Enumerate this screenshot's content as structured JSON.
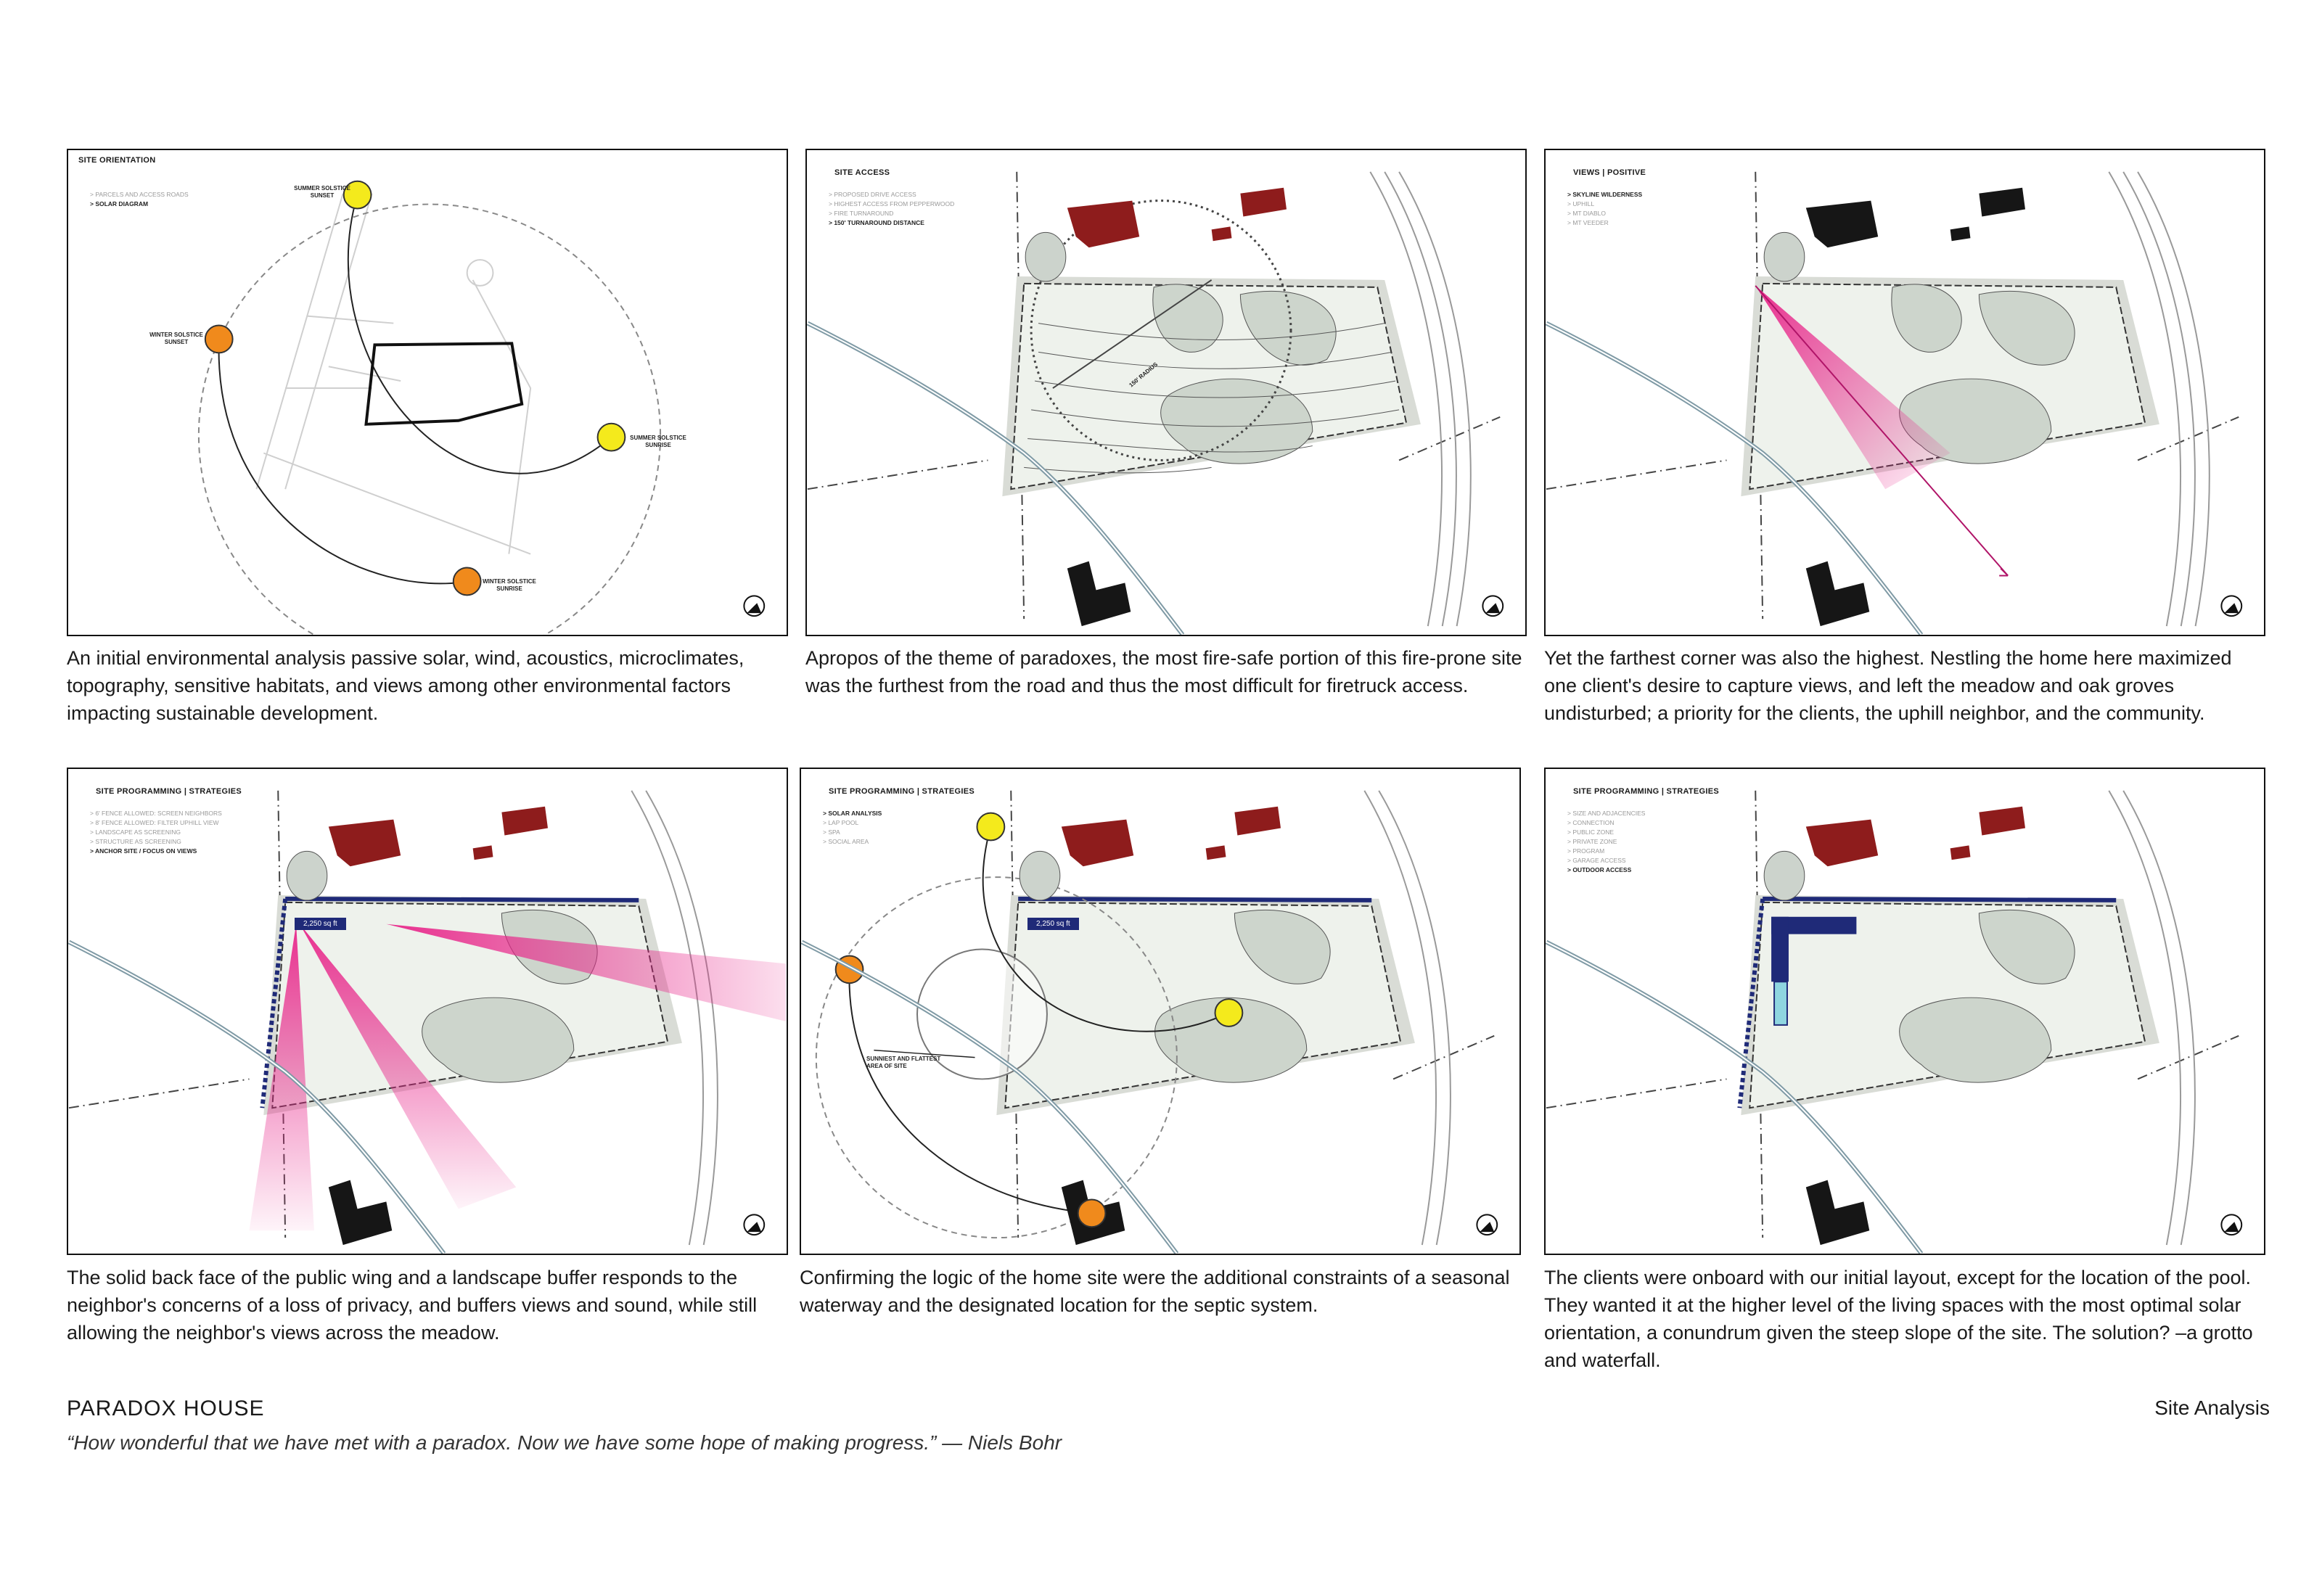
{
  "panels": [
    {
      "title": "SITE ORIENTATION",
      "legend": [
        "> PARCELS AND ACCESS ROADS",
        "> SOLAR DIAGRAM"
      ],
      "active_legend": [
        1
      ],
      "sun_labels": {
        "summer_sunset": "SUMMER SOLSTICE\nSUNSET",
        "winter_sunset": "WINTER SOLSTICE\nSUNSET",
        "summer_sunrise": "SUMMER SOLSTICE\nSUNRISE",
        "winter_sunrise": "WINTER SOLSTICE\nSUNRISE"
      },
      "caption": "An initial environmental analysis passive solar, wind, acoustics, microclimates, topography, sensitive habitats, and views among other environmental factors impacting sustainable development."
    },
    {
      "title": "SITE ACCESS",
      "legend": [
        "> PROPOSED DRIVE ACCESS",
        "> HIGHEST ACCESS FROM PEPPERWOOD",
        "> FIRE TURNAROUND",
        "> 150' TURNAROUND DISTANCE"
      ],
      "active_legend": [
        3
      ],
      "radius_label": "150' RADIUS",
      "caption": "Apropos of the theme of paradoxes, the most fire-safe portion of this fire-prone site was the furthest from the road and thus the most difficult for firetruck access."
    },
    {
      "title": "VIEWS | POSITIVE",
      "legend": [
        "> SKYLINE WILDERNESS",
        "> UPHILL",
        "> MT DIABLO",
        "> MT VEEDER"
      ],
      "active_legend": [
        0
      ],
      "caption": "Yet the farthest corner was also the highest. Nestling the home here maximized one client's desire to capture views, and left the meadow and oak groves undisturbed; a priority for the clients, the uphill neighbor, and the community."
    },
    {
      "title": "SITE PROGRAMMING | STRATEGIES",
      "legend": [
        "> 6' FENCE ALLOWED: SCREEN NEIGHBORS",
        "> 8' FENCE ALLOWED: FILTER UPHILL VIEW",
        "> LANDSCAPE AS SCREENING",
        "> STRUCTURE AS SCREENING",
        "> ANCHOR SITE / FOCUS ON VIEWS"
      ],
      "active_legend": [
        4
      ],
      "area_label": "2,250 sq ft",
      "caption": "The solid back face of the public wing and a landscape buffer responds to the neighbor's concerns of a loss of privacy, and buffers views and sound, while still allowing the neighbor's views across the meadow."
    },
    {
      "title": "SITE PROGRAMMING | STRATEGIES",
      "legend": [
        "> SOLAR ANALYSIS",
        "> LAP POOL",
        "> SPA",
        "> SOCIAL AREA"
      ],
      "active_legend": [
        0
      ],
      "area_label": "2,250 sq ft",
      "site_note": "SUNNIEST AND FLATTEST\nAREA OF SITE",
      "caption": "Confirming the logic of the home site were the additional constraints of a seasonal waterway and the designated location for the septic system."
    },
    {
      "title": "SITE PROGRAMMING | STRATEGIES",
      "legend": [
        "> SIZE AND ADJACENCIES",
        "> CONNECTION",
        "> PUBLIC ZONE",
        "> PRIVATE ZONE",
        "> PROGRAM",
        "> GARAGE ACCESS",
        "> OUTDOOR ACCESS"
      ],
      "active_legend": [
        6
      ],
      "caption": "The clients were onboard with our initial layout, except for the location of the pool.  They wanted it at the higher level of the living spaces with the most optimal solar orientation, a conundrum given the steep slope of the site.  The solution? –a grotto and waterfall."
    }
  ],
  "footer": {
    "title": "PARADOX HOUSE",
    "quote": "“How wonderful that we have met with a paradox. Now we have some hope of making progress.” — Niels Bohr",
    "right": "Site Analysis"
  },
  "colors": {
    "neighbor_building": "#8e1c1c",
    "building_black": "#161616",
    "site_fill": "#eef2ec",
    "grove": "#cdd5cc",
    "view_cone": "#e8268a",
    "sun_yellow": "#f4ea1c",
    "sun_orange": "#f08a1c",
    "plan_blue": "#1f2a78",
    "pool": "#8fd6e0"
  }
}
